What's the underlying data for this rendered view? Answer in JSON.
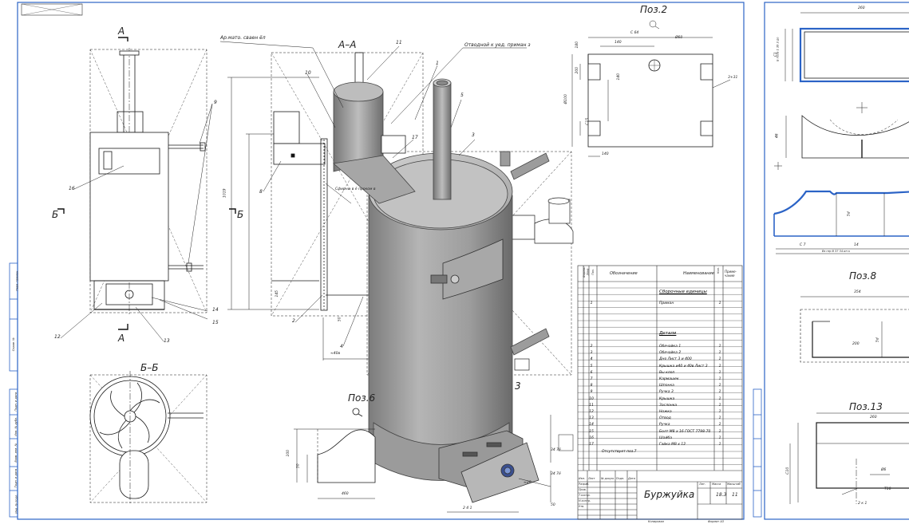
{
  "sheet_left": {
    "view_labels": {
      "section_a_top": "А",
      "section_a_bottom": "А",
      "section_b_left": "Б",
      "section_b_mid": "Б",
      "section_aa": "А–А",
      "section_bb": "Б–Б",
      "pos2": "Поз.2",
      "pos6": "Поз.6",
      "pos3_fragment": "3"
    },
    "leader_notes": {
      "note_top_left": "Ар.мато. сваен ёл",
      "note_top_right": "Отводной к уед. приман з",
      "note_mid": "Сфирны в ё проком в"
    },
    "callouts": [
      "11",
      "1",
      "5",
      "3",
      "10",
      "17",
      "9",
      "14",
      "15",
      "12",
      "13",
      "2",
      "4",
      "16",
      "8"
    ],
    "dimensions": {
      "pos2_top1": "С 64",
      "pos2_top2": "140",
      "pos2_hole": "Ø60",
      "pos2_side1": "180",
      "pos2_side2": "200",
      "pos2_side3": "Ø100",
      "pos2_side4": "С15",
      "pos2_side5": "140",
      "pos2_side6": "3+31",
      "pos2_bot": "140",
      "aa_height": "1019",
      "aa_width": "≈40в",
      "aa_small1": "145",
      "aa_small2": "50",
      "pos6_w": "460",
      "pos6_h1": "100",
      "pos6_h2": "50",
      "iso_d1": "34 7ё",
      "iso_d2": "34 7ё",
      "iso_d3": "≈20",
      "iso_d4": "2 4 1",
      "iso_d5": "50"
    },
    "spec_table": {
      "headers": {
        "format": "Формат",
        "zone": "Зона",
        "pos": "Поз.",
        "designation": "Обозначение",
        "name": "Наименование",
        "qty": "Кол.",
        "note": "Приме-чание"
      },
      "section_assembly": "Сборочные единицы",
      "assembly_item": {
        "pos": "1",
        "name": "Приман",
        "qty": "1"
      },
      "section_parts": "Детали",
      "parts": [
        {
          "pos": "2",
          "name": "Обечайка 1",
          "qty": "1"
        },
        {
          "pos": "3",
          "name": "Обечайка 2",
          "qty": "1"
        },
        {
          "pos": "4",
          "name": "Дно Лист 3 и 400",
          "qty": "1"
        },
        {
          "pos": "5",
          "name": "Крышка и40 и 40в Лист 3",
          "qty": "1"
        },
        {
          "pos": "6",
          "name": "Вы клоп",
          "qty": "1"
        },
        {
          "pos": "7",
          "name": "Кармашек",
          "qty": "1"
        },
        {
          "pos": "8",
          "name": "Шпонка",
          "qty": "1"
        },
        {
          "pos": "9",
          "name": "Ручка 3",
          "qty": "1"
        },
        {
          "pos": "10",
          "name": "Крышка",
          "qty": "1"
        },
        {
          "pos": "11",
          "name": "Заслонка",
          "qty": "1"
        },
        {
          "pos": "12",
          "name": "Ножка",
          "qty": "1"
        },
        {
          "pos": "13",
          "name": "Отвод",
          "qty": "1"
        },
        {
          "pos": "14",
          "name": "Ручка",
          "qty": "1"
        },
        {
          "pos": "15",
          "name": "Болт М8 х 16 ГОСТ 7798-70",
          "qty": "1"
        },
        {
          "pos": "16",
          "name": "Шайба",
          "qty": "1"
        },
        {
          "pos": "17",
          "name": "Гайка М8 х 12",
          "qty": "1"
        }
      ],
      "extra_row": "Отсутствует поз.7"
    },
    "title_block": {
      "title": "Буржуйка",
      "code": "18.3",
      "sheet": "11",
      "roles": [
        "Изм.",
        "Лист",
        "№ докум.",
        "Подп.",
        "Дата",
        "Разраб.",
        "Пров.",
        "Т.контр.",
        "Н.контр.",
        "Утв."
      ],
      "cols": [
        "Лит.",
        "Масса",
        "Масштаб"
      ],
      "footer1": "Копировал",
      "footer2": "Формат А3"
    },
    "side_strip_labels": [
      "Перв. примен.",
      "Справ. №",
      "Подп. и дата",
      "Инв. № дубл.",
      "Взам. инв. №",
      "Подп. и дата",
      "Инв. № подл."
    ]
  },
  "sheet_right": {
    "labels": {
      "pos8": "Поз.8",
      "pos13": "Поз.13"
    },
    "dimensions": {
      "top_w": "260",
      "top_h": "С1",
      "top_side": "Б пола 1 39 3 до",
      "mid_side": "46",
      "blue_w1": "С 7",
      "blue_w2": "14",
      "blue_total": "Вэ гер б 37 34 ип к",
      "blue_h": "5d",
      "pos8_w": "354",
      "pos8_inner": "200",
      "pos8_h": "5d",
      "pos13_w": "260",
      "pos13_h": "С10",
      "pos13_hole": "Ø6",
      "pos13_small": "Т10",
      "pos13_bot": "2 к 1"
    }
  },
  "colors": {
    "line": "#1a1a1a",
    "frame_blue": "#2b63c6",
    "accent_blue": "#3b7fd0",
    "metal_light": "#b9b9b9",
    "metal_mid": "#9a9a9a",
    "metal_dark": "#6f6f6f"
  }
}
